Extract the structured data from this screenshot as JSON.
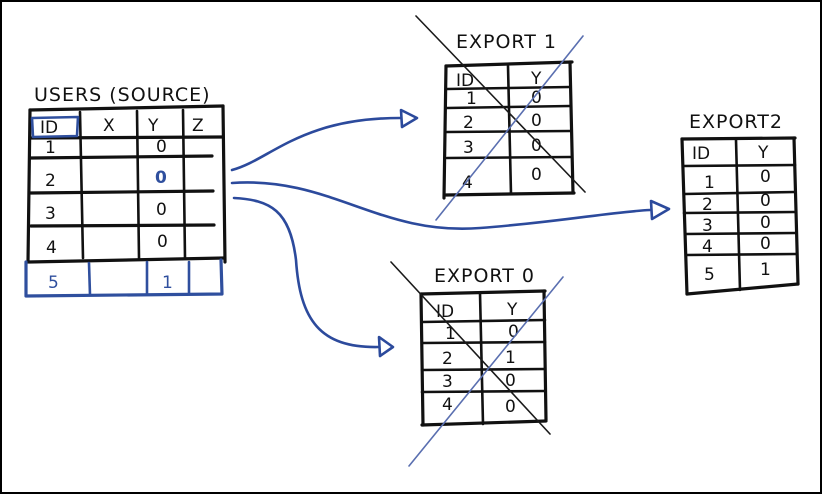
{
  "colors": {
    "ink": "#111111",
    "blue_marker": "#2f4f9e",
    "frame": "#000000"
  },
  "source_table": {
    "title": "USERS (SOURCE)",
    "headers": [
      "ID",
      "X",
      "Y",
      "Z"
    ],
    "rows": [
      [
        "1",
        "",
        "0",
        ""
      ],
      [
        "2",
        "",
        "0",
        ""
      ],
      [
        "3",
        "",
        "0",
        ""
      ],
      [
        "4",
        "",
        "0",
        ""
      ]
    ],
    "new_row": [
      "5",
      "",
      "1",
      ""
    ]
  },
  "export1": {
    "title": "EXPORT 1",
    "headers": [
      "ID",
      "Y"
    ],
    "rows": [
      [
        "1",
        "0"
      ],
      [
        "2",
        "0"
      ],
      [
        "3",
        "0"
      ],
      [
        "4",
        "0"
      ]
    ],
    "crossed_out": true
  },
  "export0": {
    "title": "EXPORT 0",
    "headers": [
      "ID",
      "Y"
    ],
    "rows": [
      [
        "1",
        "0"
      ],
      [
        "2",
        "1"
      ],
      [
        "3",
        "0"
      ],
      [
        "4",
        "0"
      ]
    ],
    "crossed_out": true
  },
  "export2": {
    "title": "EXPORT2",
    "headers": [
      "ID",
      "Y"
    ],
    "rows": [
      [
        "1",
        "0"
      ],
      [
        "2",
        "0"
      ],
      [
        "3",
        "0"
      ],
      [
        "4",
        "0"
      ],
      [
        "5",
        "1"
      ]
    ],
    "crossed_out": false
  },
  "connections": [
    {
      "from": "USERS (SOURCE)",
      "to": "EXPORT 1"
    },
    {
      "from": "USERS (SOURCE)",
      "to": "EXPORT2"
    },
    {
      "from": "USERS (SOURCE)",
      "to": "EXPORT 0"
    }
  ]
}
